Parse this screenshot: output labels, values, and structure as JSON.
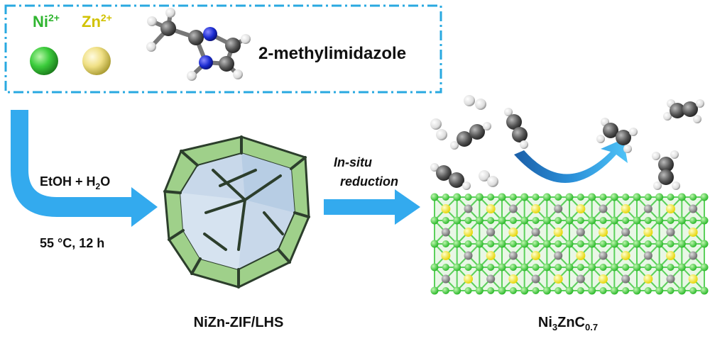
{
  "reagents": {
    "ni": {
      "symbol": "Ni",
      "charge": "2+",
      "color": "#33cc33"
    },
    "zn": {
      "symbol": "Zn",
      "charge": "2+",
      "color": "#d4c400"
    },
    "ligand": "2-methylimidazole"
  },
  "step1": {
    "solvent_pre": "EtOH + H",
    "solvent_sub": "2",
    "solvent_post": "O",
    "conditions": "55 °C, 12 h"
  },
  "intermediate": {
    "label": "NiZn-ZIF/LHS"
  },
  "step2": {
    "line1": "In-situ",
    "line2": "reduction"
  },
  "product": {
    "p1": "Ni",
    "s1": "3",
    "p2": "ZnC",
    "s2": "0.7"
  },
  "colors": {
    "frame": "#29a9e0",
    "arrow": "#33aaee",
    "ni_atom": "#33cc33",
    "zn_atom": "#ffee44",
    "c_atom": "#888888",
    "zif_face": "#a6d88f",
    "zif_inner": "#c9d9ea"
  }
}
